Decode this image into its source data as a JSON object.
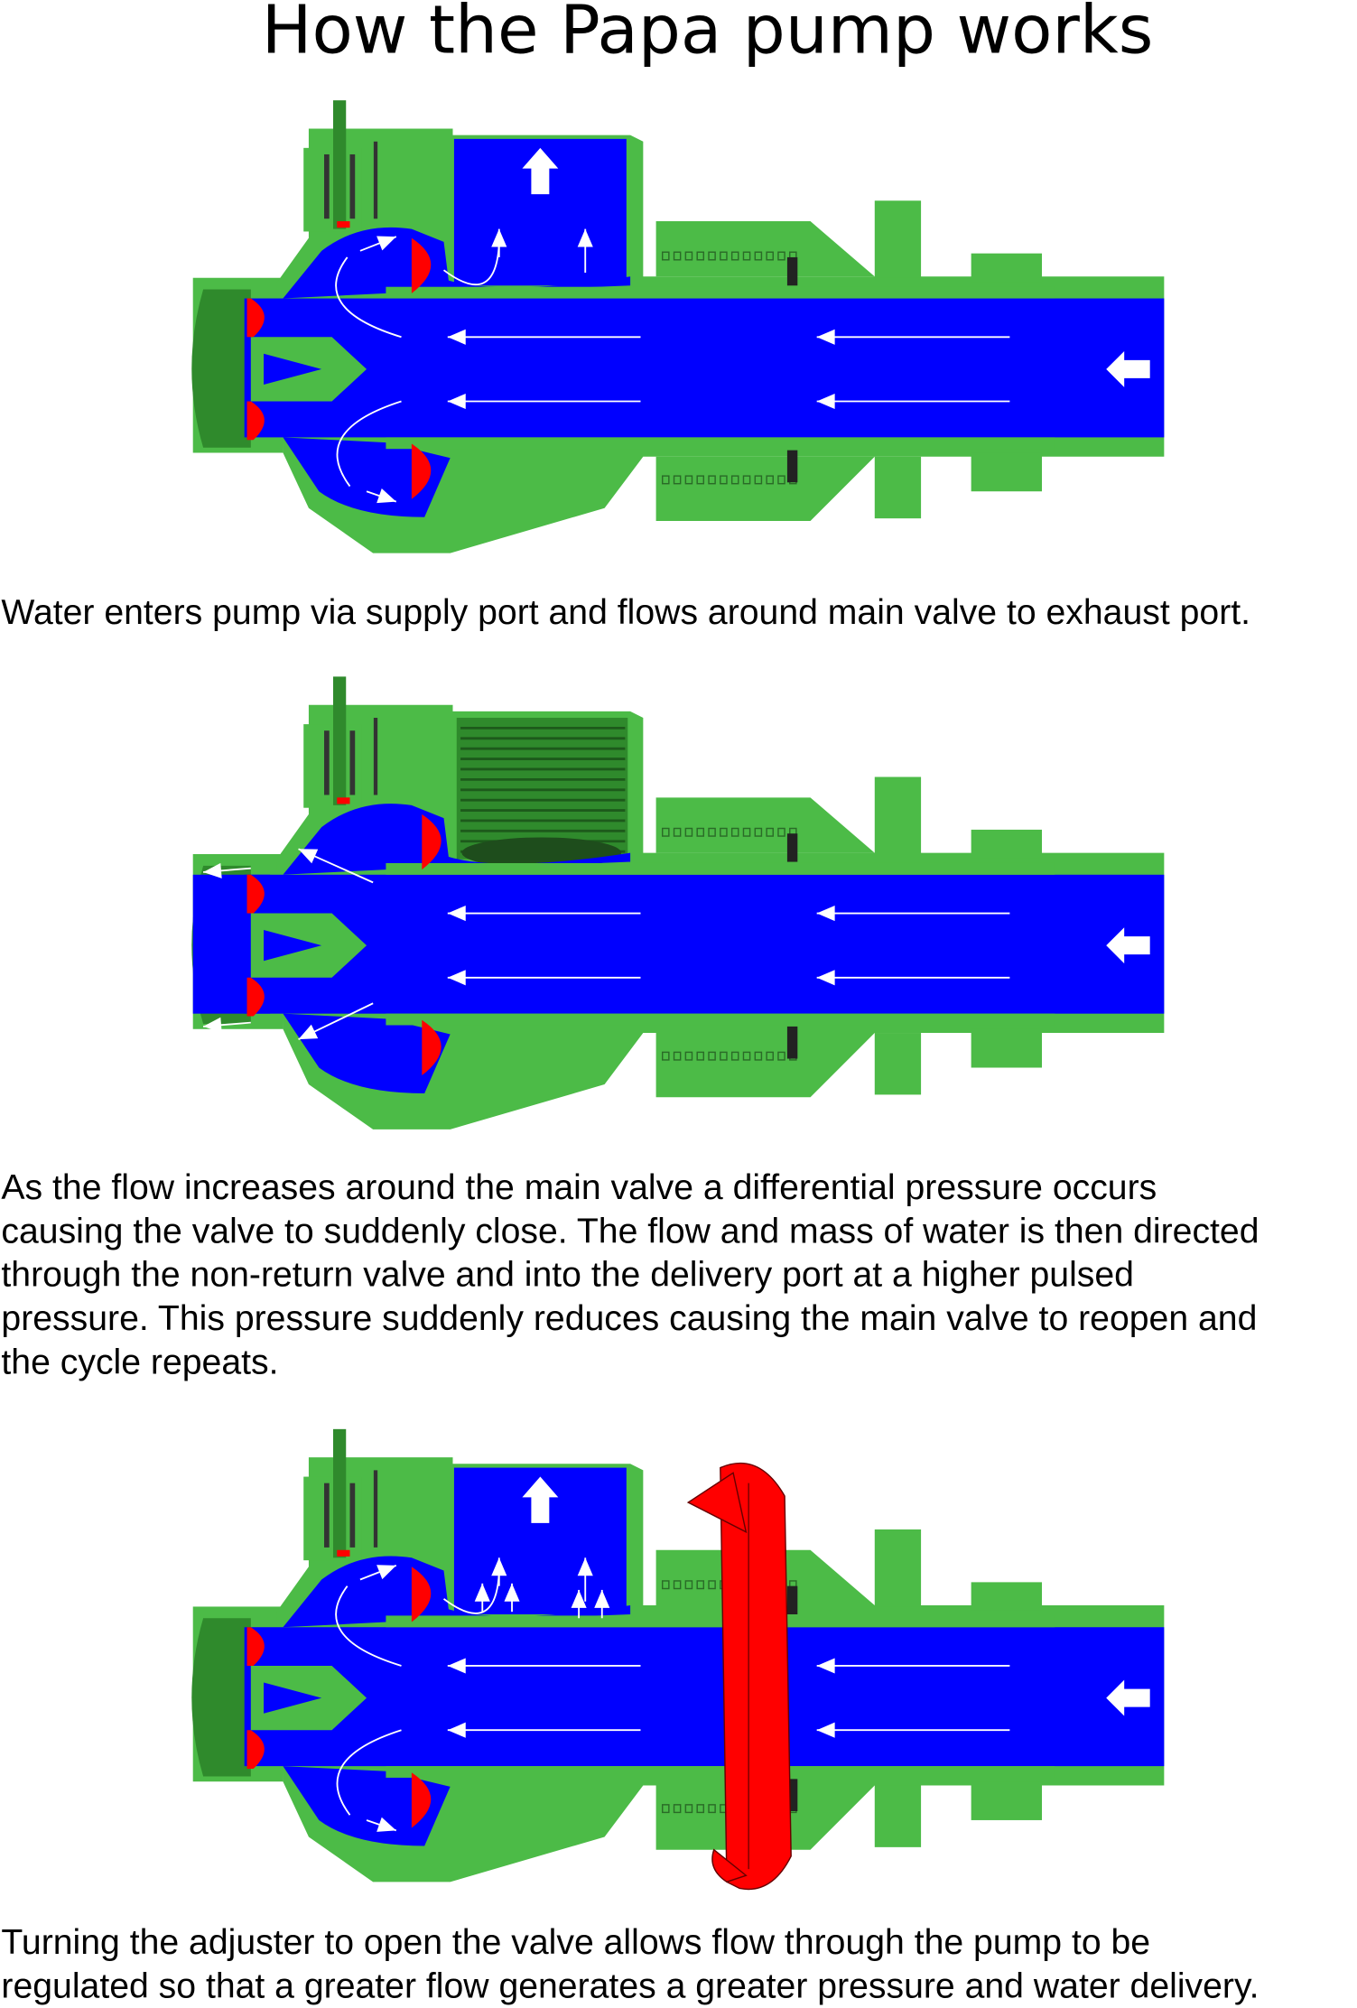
{
  "title": "How the Papa pump works",
  "colors": {
    "water": "#0000ff",
    "body": "#4cbb47",
    "body_dark": "#2f8a2c",
    "valve": "#ff0000",
    "arrow": "#ffffff"
  },
  "stages": [
    {
      "caption_lines": [
        "Water enters pump via supply port and flows around main valve to exhaust port."
      ]
    },
    {
      "caption_lines": [
        "As the flow increases around the main valve a differential pressure occurs",
        "causing the valve to suddenly close.  The flow and mass of water is then directed",
        "through the non-return valve and into the delivery port at a higher pulsed",
        "pressure.  This pressure suddenly reduces causing the main valve to reopen and",
        "the cycle repeats."
      ]
    },
    {
      "caption_lines": [
        "Turning the adjuster to open the valve allows flow through the pump to be",
        "regulated so that a greater flow generates a greater pressure and water delivery."
      ]
    }
  ]
}
